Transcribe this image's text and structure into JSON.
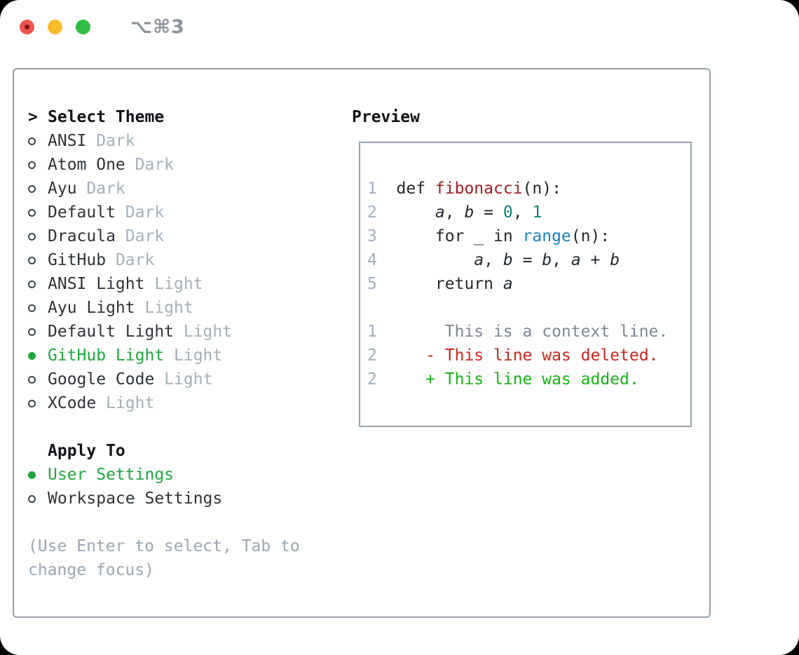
{
  "window": {
    "title": "⌥⌘3",
    "traffic_lights": [
      {
        "name": "close"
      },
      {
        "name": "minimize"
      },
      {
        "name": "zoom"
      }
    ]
  },
  "colors": {
    "selection_green": "#1fa83d",
    "added_green": "#15b415",
    "deleted_red": "#c9271d",
    "function_red": "#a31d1d",
    "number_teal": "#0f837d",
    "builtin_blue": "#1583c4",
    "panel_border": "#97a1ab",
    "code_fg": "#24292e",
    "line_number_gray": "#a3aebb",
    "context_gray": "#7f8791",
    "hint_gray": "#9aa6b2"
  },
  "theme_picker": {
    "header_marker": ">",
    "header": "Select Theme",
    "items": [
      {
        "name": "ANSI",
        "variant": "Dark",
        "selected": false
      },
      {
        "name": "Atom One",
        "variant": "Dark",
        "selected": false
      },
      {
        "name": "Ayu",
        "variant": "Dark",
        "selected": false
      },
      {
        "name": "Default",
        "variant": "Dark",
        "selected": false
      },
      {
        "name": "Dracula",
        "variant": "Dark",
        "selected": false
      },
      {
        "name": "GitHub",
        "variant": "Dark",
        "selected": false
      },
      {
        "name": "ANSI Light",
        "variant": "Light",
        "selected": false
      },
      {
        "name": "Ayu Light",
        "variant": "Light",
        "selected": false
      },
      {
        "name": "Default Light",
        "variant": "Light",
        "selected": false
      },
      {
        "name": "GitHub Light",
        "variant": "Light",
        "selected": true
      },
      {
        "name": "Google Code",
        "variant": "Light",
        "selected": false
      },
      {
        "name": "XCode",
        "variant": "Light",
        "selected": false
      }
    ],
    "apply_to": {
      "header": "Apply To",
      "options": [
        {
          "name": "User Settings",
          "selected": true
        },
        {
          "name": "Workspace Settings",
          "selected": false
        }
      ]
    },
    "hint": "(Use Enter to select, Tab to change focus)"
  },
  "preview": {
    "title": "Preview",
    "lines": [
      {
        "num": "1",
        "segments": [
          {
            "t": "def ",
            "c": "fg"
          },
          {
            "t": "fibonacci",
            "c": "func"
          },
          {
            "t": "(n):",
            "c": "fg"
          }
        ]
      },
      {
        "num": "2",
        "segments": [
          {
            "t": "    ",
            "c": "fg"
          },
          {
            "t": "a",
            "c": "var"
          },
          {
            "t": ", ",
            "c": "fg"
          },
          {
            "t": "b",
            "c": "var"
          },
          {
            "t": " = ",
            "c": "fg"
          },
          {
            "t": "0",
            "c": "num"
          },
          {
            "t": ", ",
            "c": "fg"
          },
          {
            "t": "1",
            "c": "num"
          }
        ]
      },
      {
        "num": "3",
        "segments": [
          {
            "t": "    for _ in ",
            "c": "fg"
          },
          {
            "t": "range",
            "c": "builtin"
          },
          {
            "t": "(n):",
            "c": "fg"
          }
        ]
      },
      {
        "num": "4",
        "segments": [
          {
            "t": "        ",
            "c": "fg"
          },
          {
            "t": "a",
            "c": "var"
          },
          {
            "t": ", ",
            "c": "fg"
          },
          {
            "t": "b",
            "c": "var"
          },
          {
            "t": " = ",
            "c": "fg"
          },
          {
            "t": "b",
            "c": "var"
          },
          {
            "t": ", ",
            "c": "fg"
          },
          {
            "t": "a",
            "c": "var"
          },
          {
            "t": " + ",
            "c": "fg"
          },
          {
            "t": "b",
            "c": "var"
          }
        ]
      },
      {
        "num": "5",
        "segments": [
          {
            "t": "    return ",
            "c": "fg"
          },
          {
            "t": "a",
            "c": "var"
          }
        ]
      },
      {
        "num": "",
        "segments": []
      },
      {
        "num": "1",
        "segments": [
          {
            "t": "     This is a context line.",
            "c": "ctx"
          }
        ]
      },
      {
        "num": "2",
        "segments": [
          {
            "t": "   - This line was deleted.",
            "c": "del"
          }
        ]
      },
      {
        "num": "2",
        "segments": [
          {
            "t": "   + This line was added.",
            "c": "add"
          }
        ]
      }
    ]
  }
}
